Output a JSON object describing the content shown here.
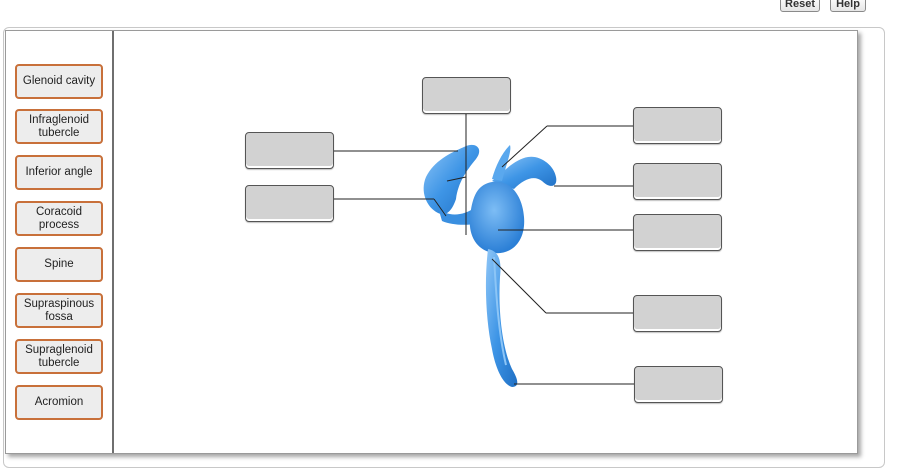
{
  "toolbar": {
    "reset_label": "Reset",
    "help_label": "Help"
  },
  "labels": [
    "Glenoid cavity",
    "Infraglenoid tubercle",
    "Inferior angle",
    "Coracoid process",
    "Spine",
    "Supraspinous fossa",
    "Supraglenoid tubercle",
    "Acromion"
  ],
  "colors": {
    "label_border": "#c8703a",
    "bone": "#3e95e6"
  },
  "diagram": {
    "subject": "scapula-lateral-view-icon"
  }
}
